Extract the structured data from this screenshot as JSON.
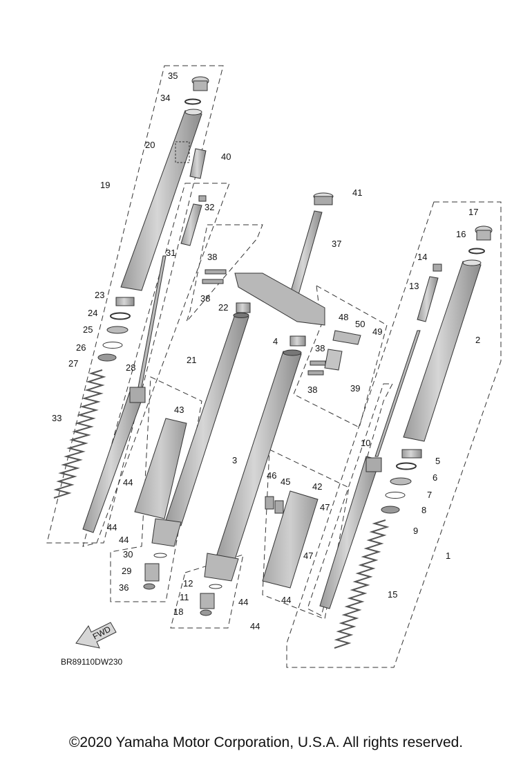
{
  "diagram_code": "BR89110DW230",
  "copyright": "©2020 Yamaha Motor Corporation, U.S.A. All rights reserved.",
  "fwd_label": "FWD",
  "callouts": [
    "1",
    "2",
    "3",
    "4",
    "5",
    "6",
    "7",
    "8",
    "9",
    "10",
    "11",
    "12",
    "13",
    "14",
    "15",
    "16",
    "17",
    "18",
    "19",
    "20",
    "21",
    "22",
    "23",
    "24",
    "25",
    "26",
    "27",
    "28",
    "29",
    "30",
    "31",
    "32",
    "33",
    "34",
    "35",
    "36",
    "37",
    "38",
    "38",
    "38",
    "38",
    "39",
    "40",
    "41",
    "42",
    "43",
    "44",
    "44",
    "44",
    "44",
    "44",
    "44",
    "45",
    "46",
    "47",
    "47",
    "48",
    "49",
    "50"
  ],
  "colors": {
    "line": "#333333",
    "part_fill": "#bdbdbd",
    "part_dark": "#8a8a8a",
    "text": "#111111"
  }
}
